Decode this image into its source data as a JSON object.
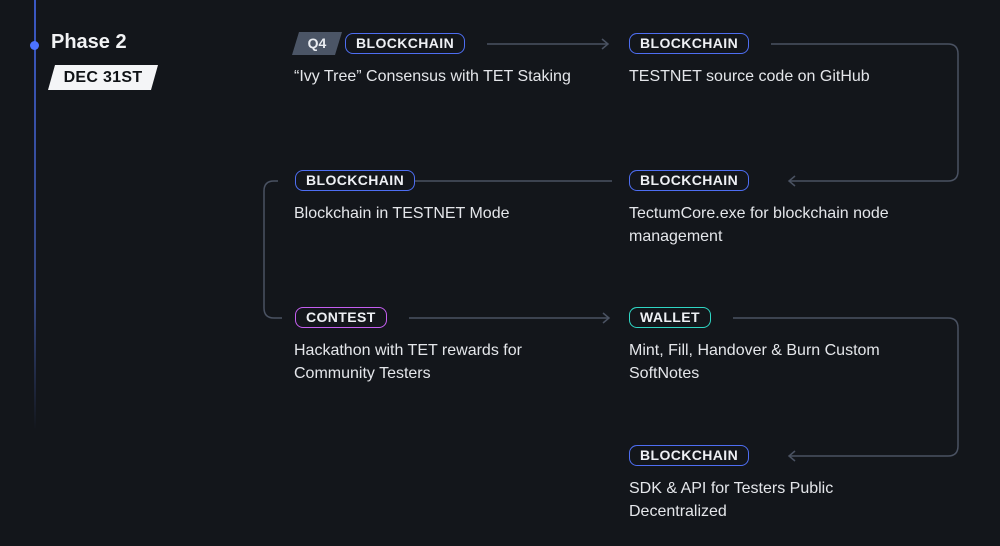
{
  "phase": {
    "title": "Phase 2",
    "date": "DEC 31ST"
  },
  "quarter": "Q4",
  "items": [
    {
      "tag": "BLOCKCHAIN",
      "description": "“Ivy Tree” Consensus with TET Staking"
    },
    {
      "tag": "BLOCKCHAIN",
      "description": "TESTNET source code on GitHub"
    },
    {
      "tag": "BLOCKCHAIN",
      "description": "Blockchain in TESTNET Mode"
    },
    {
      "tag": "BLOCKCHAIN",
      "description": "TectumCore.exe for blockchain node management"
    },
    {
      "tag": "CONTEST",
      "description": "Hackathon with TET rewards for Community Testers"
    },
    {
      "tag": "WALLET",
      "description": "Mint, Fill, Handover & Burn Custom SoftNotes"
    },
    {
      "tag": "BLOCKCHAIN",
      "description": "SDK & API for Testers Public Decentralized"
    }
  ],
  "colors": {
    "background": "#13161b",
    "blockchain": "#4e6ef2",
    "contest": "#c45ef0",
    "wallet": "#2fd6c4",
    "timeline_dot": "#4c73ff",
    "connector": "#4a5262"
  }
}
